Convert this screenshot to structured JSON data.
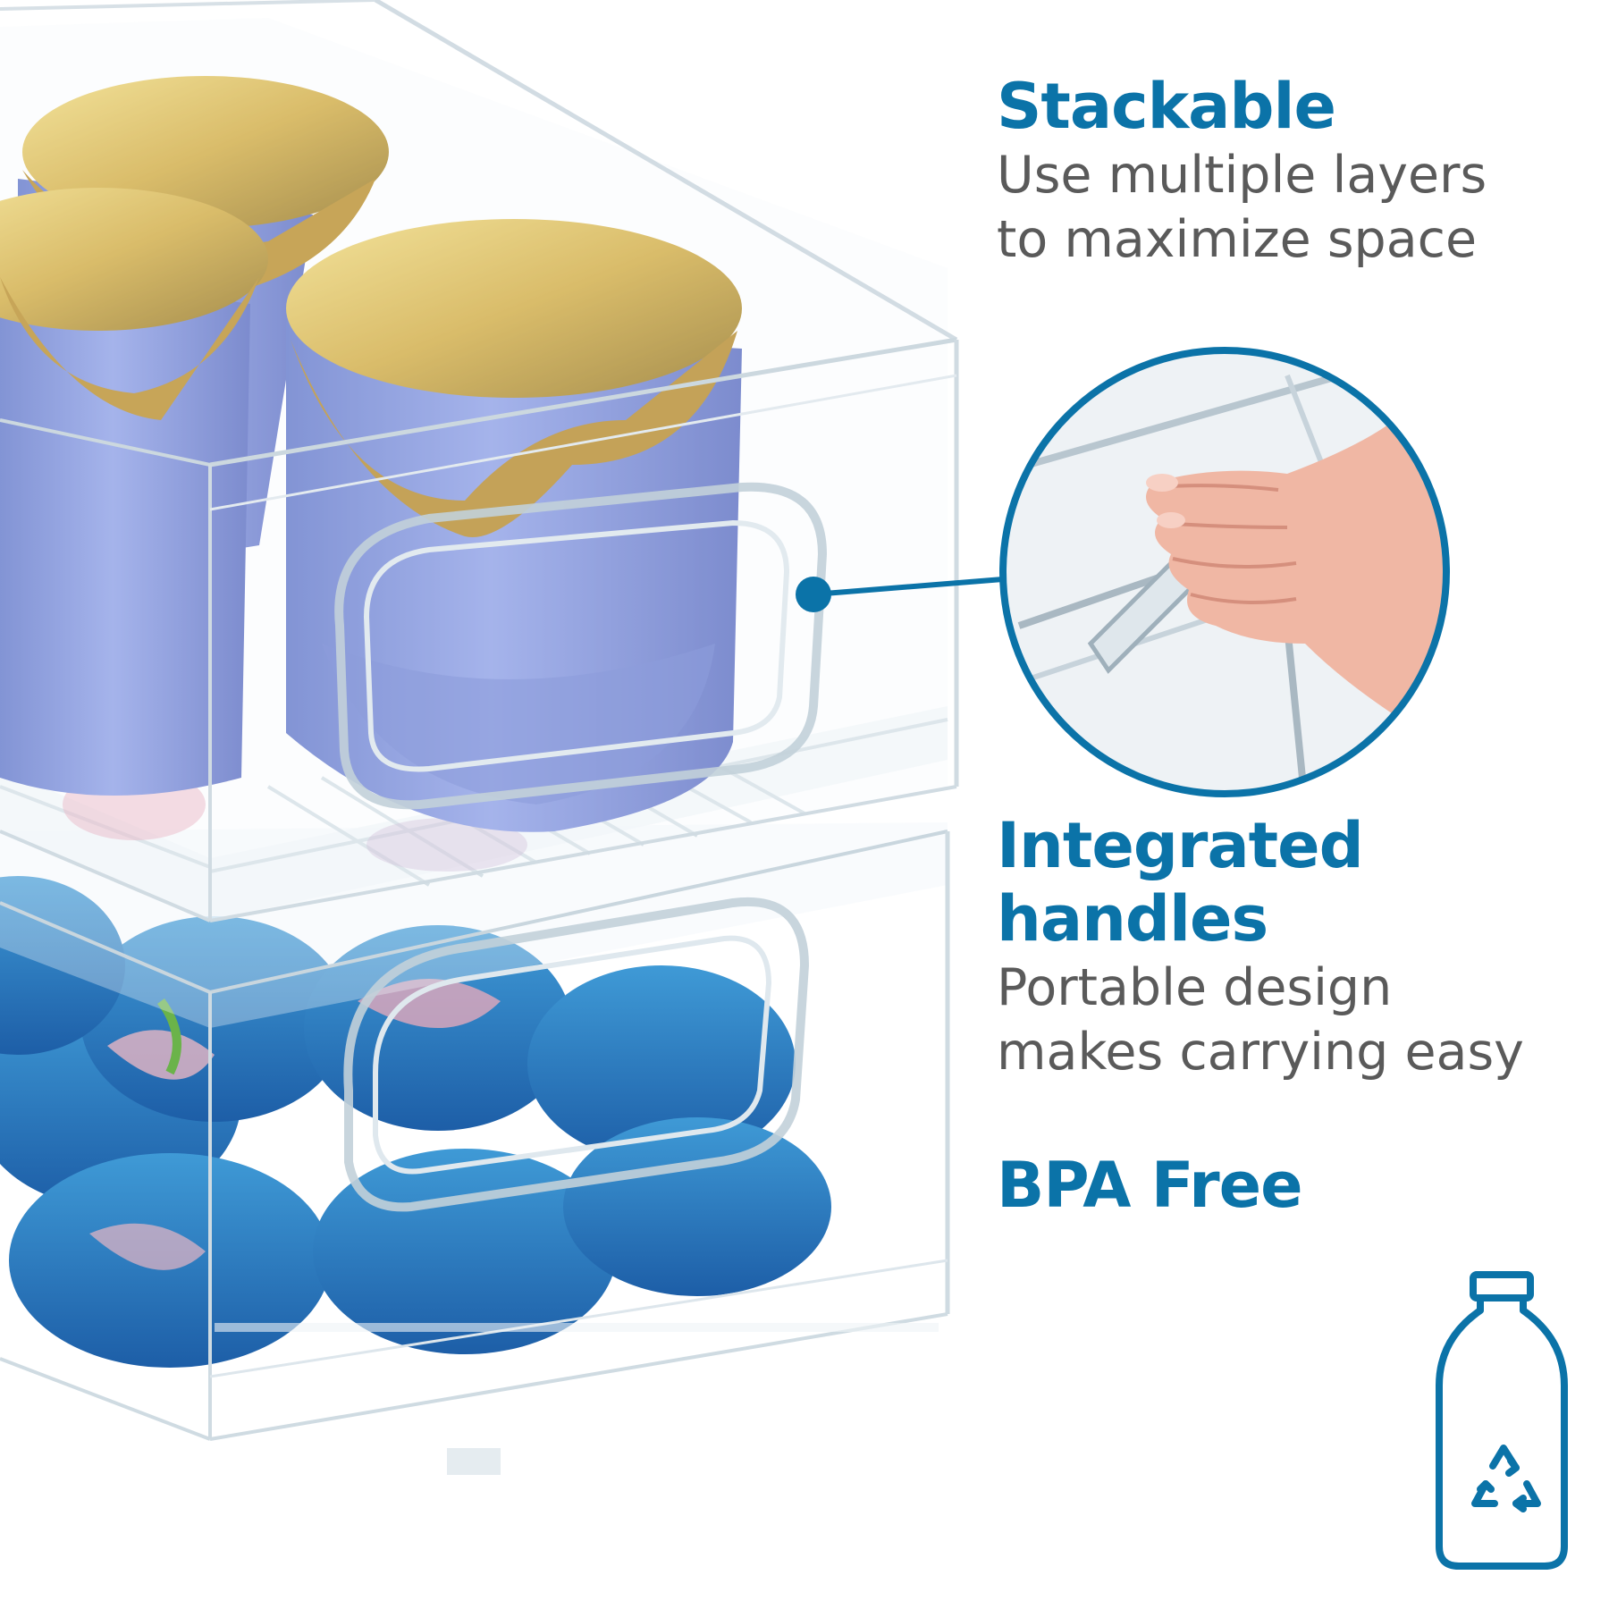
{
  "features": {
    "stackable": {
      "heading": "Stackable",
      "line1": "Use multiple layers",
      "line2": "to maximize space"
    },
    "handles": {
      "heading_line1": "Integrated",
      "heading_line2": "handles",
      "line1": "Portable design",
      "line2": "makes carrying easy"
    },
    "bpa": {
      "heading": "BPA Free"
    }
  },
  "icons": {
    "bottle": "recyclable-bottle-icon",
    "callout": "handle-callout-dot"
  },
  "colors": {
    "accent": "#0b73a8",
    "text": "#5a5a5a",
    "background": "#ffffff"
  }
}
